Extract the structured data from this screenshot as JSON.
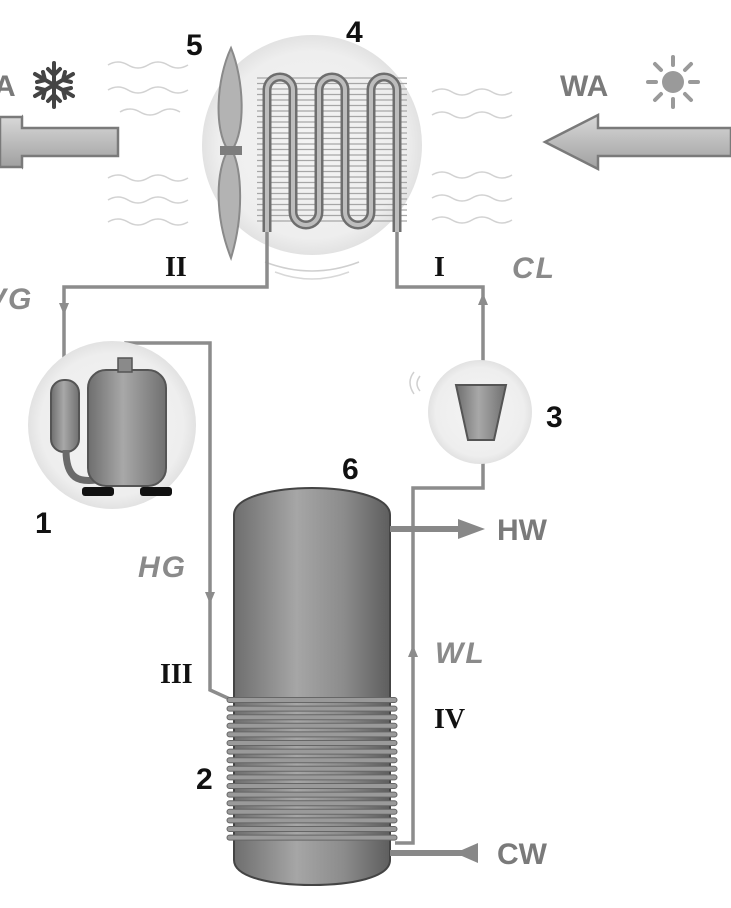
{
  "labels": {
    "compressor": "1",
    "condenser_coil": "2",
    "expansion_valve": "3",
    "evaporator": "4",
    "fan": "5",
    "tank": "6",
    "line_i": "I",
    "line_ii": "II",
    "line_iii": "III",
    "line_iv": "IV",
    "cl": "CL",
    "vg": "VG",
    "hg": "HG",
    "wl": "WL",
    "wa": "WA",
    "ca": "A",
    "hw": "HW",
    "cw": "CW"
  },
  "icons": {
    "cold": "snowflake-icon",
    "warm": "sun-icon"
  },
  "colors": {
    "pipe": "#8c8c8c",
    "label_gray": "#8a8a8a",
    "dark": "#111111"
  }
}
